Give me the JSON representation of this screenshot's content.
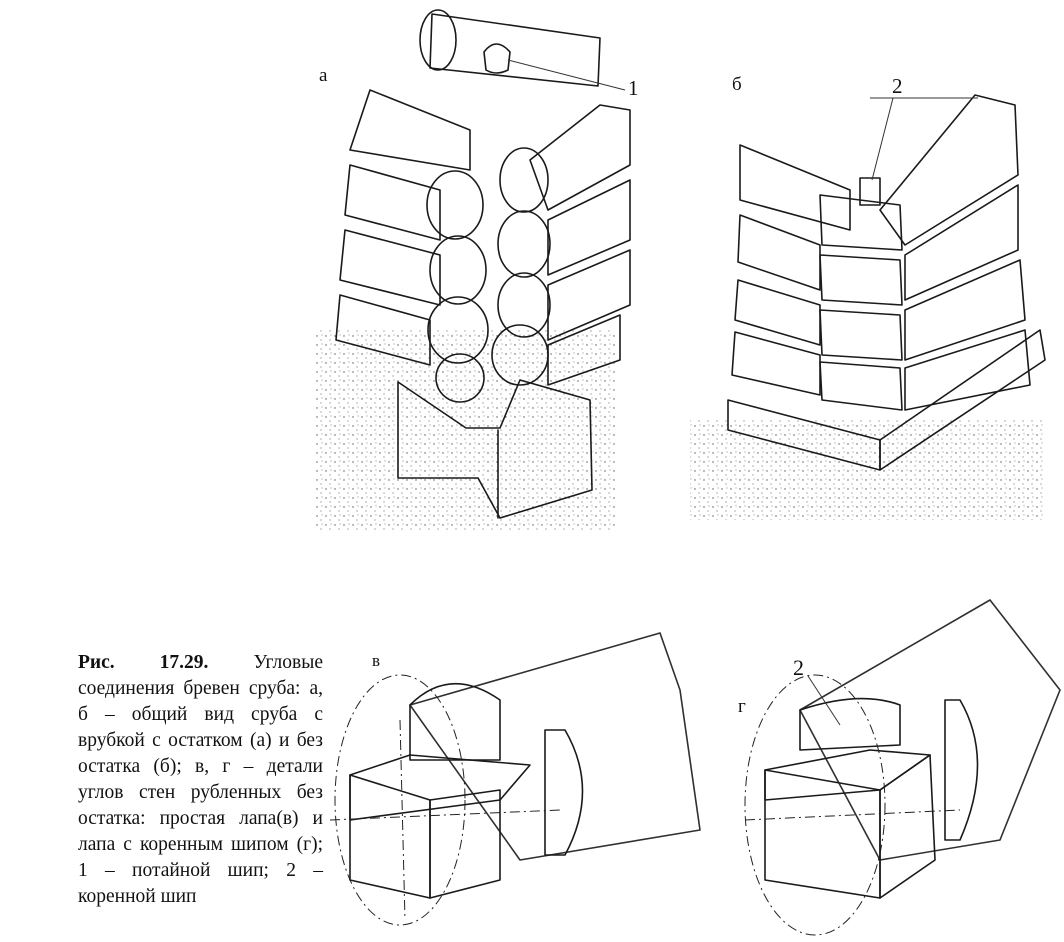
{
  "figure": {
    "labels": {
      "a": "а",
      "b": "б",
      "v": "в",
      "g": "г",
      "callout_1": "1",
      "callout_2_top": "2",
      "callout_2_bottom": "2"
    },
    "caption": {
      "title": "Рис. 17.29.",
      "text": "Угловые соединения бревен сруба: а, б – общий вид сруба с врубкой с остатком (а) и без остатка (б); в, г – детали углов стен рубленных без остатка: простая лапа(в) и лапа с коренным шипом (г); 1 – потайной шип; 2 – коренной шип"
    }
  }
}
